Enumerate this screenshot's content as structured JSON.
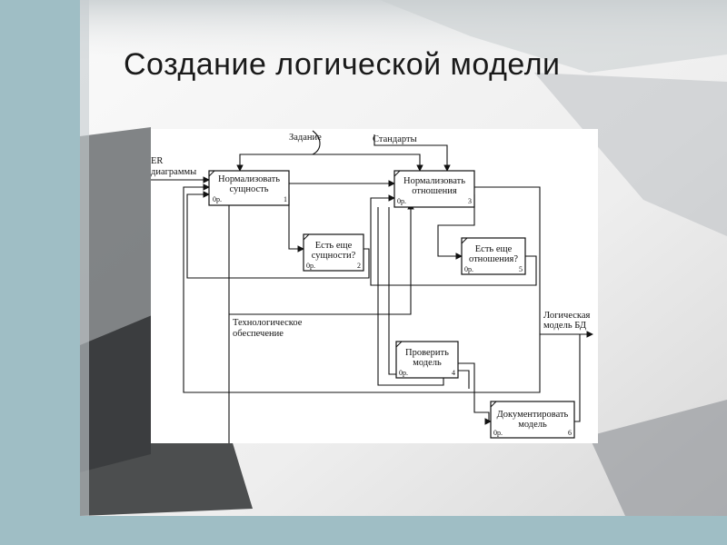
{
  "slide": {
    "title": "Создание логической модели",
    "colors": {
      "border": "#9fbec5",
      "panel": "#ffffff"
    }
  },
  "diagram": {
    "inputs": {
      "er": "ER",
      "er_line2": "диаграммы"
    },
    "controls": {
      "task": "Задание",
      "standards": "Стандарты"
    },
    "mechanism": {
      "line1": "Технологическое",
      "line2": "обеспечение"
    },
    "output": {
      "line1": "Логическая",
      "line2": "модель БД"
    },
    "blocks": [
      {
        "line1": "Нормализовать",
        "line2": "сущность",
        "cost": "0р.",
        "num": "1"
      },
      {
        "line1": "Есть еще",
        "line2": "сущности?",
        "cost": "0р.",
        "num": "2"
      },
      {
        "line1": "Нормализовать",
        "line2": "отношения",
        "cost": "0р.",
        "num": "3"
      },
      {
        "line1": "Проверить",
        "line2": "модель",
        "cost": "0р.",
        "num": "4"
      },
      {
        "line1": "Есть еще",
        "line2": "отношения?",
        "cost": "0р.",
        "num": "5"
      },
      {
        "line1": "Документировать",
        "line2": "модель",
        "cost": "0р.",
        "num": "6"
      }
    ]
  }
}
